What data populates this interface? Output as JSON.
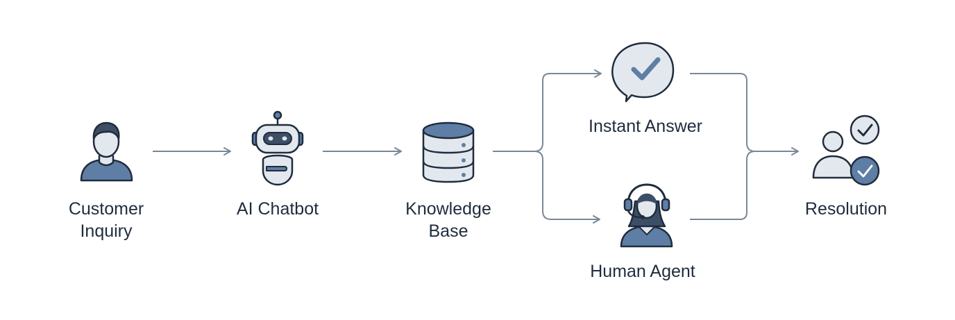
{
  "nodes": {
    "customer": {
      "line1": "Customer",
      "line2": "Inquiry",
      "icon": "person-icon"
    },
    "chatbot": {
      "label": "AI Chatbot",
      "icon": "robot-icon"
    },
    "knowledge_base": {
      "line1": "Knowledge",
      "line2": "Base",
      "icon": "database-icon"
    },
    "instant_answer": {
      "label": "Instant Answer",
      "icon": "chat-check-icon"
    },
    "human_agent": {
      "label": "Human Agent",
      "icon": "headset-agent-icon"
    },
    "resolution": {
      "label": "Resolution",
      "icon": "users-check-icon"
    }
  },
  "colors": {
    "fill": "#5e7ea6",
    "stroke": "#1f2c3d",
    "arrow": "#7a8796",
    "light_fill": "#e3e8ee",
    "text": "#1f2c3d"
  }
}
